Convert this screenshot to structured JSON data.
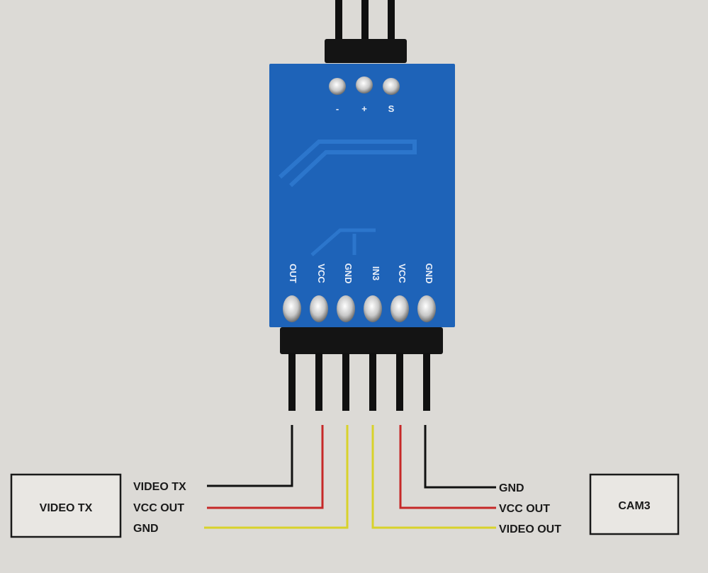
{
  "module": {
    "top_pin_marks": [
      "-",
      "+",
      "S"
    ],
    "bottom_pin_labels": [
      "OUT",
      "VCC",
      "GND",
      "IN3",
      "VCC",
      "GND"
    ],
    "board_color": "#1e63b8"
  },
  "boxes": {
    "left": "VIDEO TX",
    "right": "CAM3"
  },
  "left_labels": [
    "VIDEO TX",
    "VCC OUT",
    "GND"
  ],
  "right_labels": [
    "GND",
    "VCC OUT",
    "VIDEO OUT"
  ],
  "wire_colors": {
    "signal": "#111111",
    "power": "#c62828",
    "ground": "#d8d22a"
  }
}
